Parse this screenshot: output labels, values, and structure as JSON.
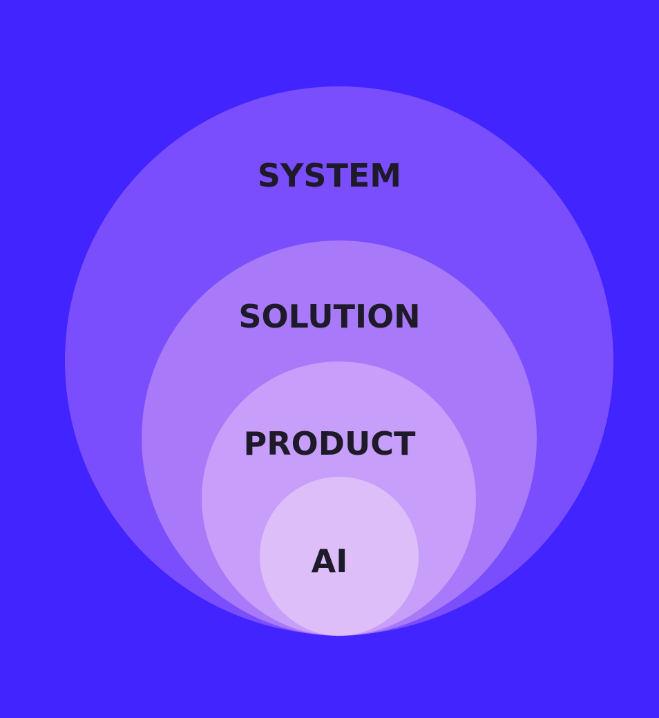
{
  "colors": {
    "background": "#4124FF",
    "system": "#7A4EFC",
    "solution": "#A879F8",
    "product": "#C79EF9",
    "ai": "#DDBEF9",
    "text": "#1E1A29"
  },
  "diagram": {
    "layers": [
      {
        "id": "system",
        "label": "SYSTEM"
      },
      {
        "id": "solution",
        "label": "SOLUTION"
      },
      {
        "id": "product",
        "label": "PRODUCT"
      },
      {
        "id": "ai",
        "label": "AI"
      }
    ]
  }
}
